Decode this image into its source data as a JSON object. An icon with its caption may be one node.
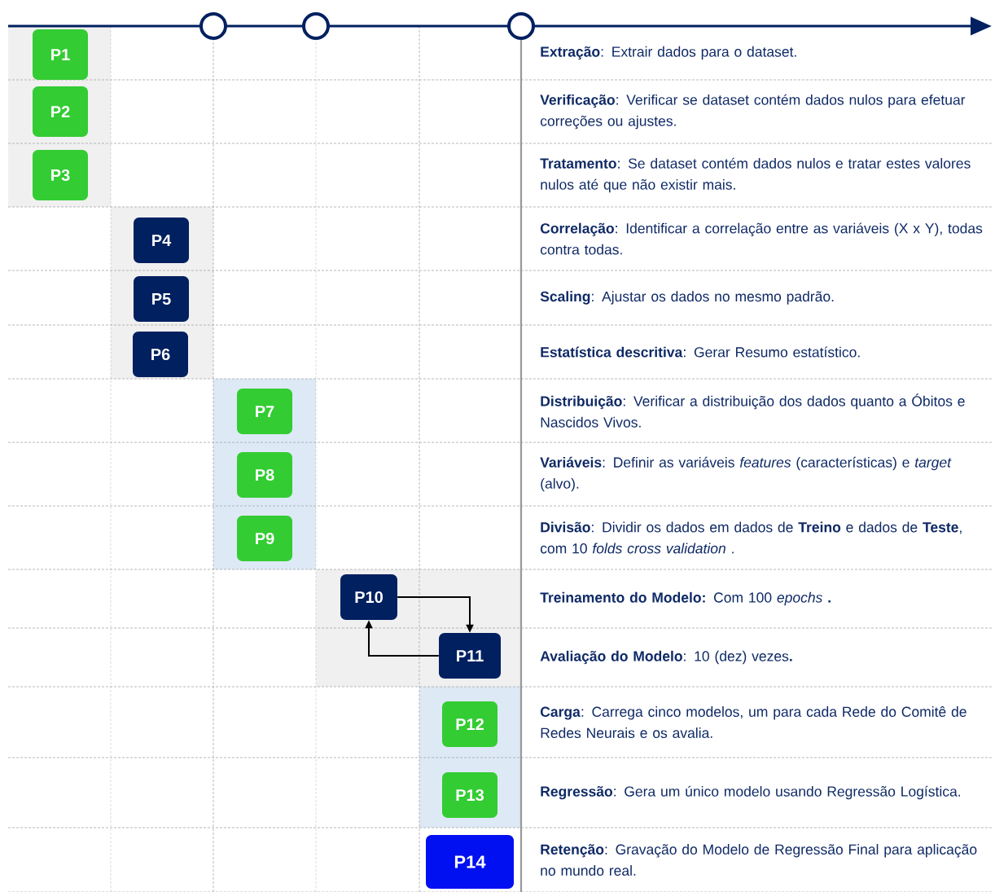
{
  "diagram": {
    "nodes": [
      {
        "text": [
          "P1"
        ]
      },
      {
        "text": [
          "P2"
        ]
      },
      {
        "text": [
          "P3"
        ]
      },
      {
        "text": [
          "P4"
        ]
      },
      {
        "text": [
          "P5"
        ]
      },
      {
        "text": [
          "P6"
        ]
      },
      {
        "text": [
          "P7"
        ]
      },
      {
        "text": [
          "P8"
        ]
      },
      {
        "text": [
          "P9"
        ]
      },
      {
        "text": [
          "P10"
        ]
      },
      {
        "text": [
          "P11"
        ]
      },
      {
        "text": [
          "P12"
        ]
      },
      {
        "text": [
          "P13"
        ]
      },
      {
        "text": [
          "P14"
        ]
      }
    ],
    "edges": [
      {
        "from": 9,
        "to": 10,
        "arrow": "to"
      },
      {
        "from": 10,
        "to": 9,
        "arrow": "to"
      }
    ],
    "labels": [
      "**Extração**: Extrair dados para o dataset.",
      "**Verificação**: Verificar se dataset contém dados nulos para efetuar correções ou ajustes.",
      "**Tratamento**: Se dataset contém dados nulos e tratar estes valores nulos até que não existir mais.",
      "**Correlação**: Identificar a correlação entre as variáveis (X x Y), todas contra todas.",
      "**Scaling**: Ajustar os dados no mesmo padrão.",
      "**Estatística descritiva**: Gerar Resumo estatístico.",
      "**Distribuição**: Verificar a distribuição dos dados quanto a Óbitos e Nascidos Vivos.",
      "**Variáveis**: Definir as variáveis *features* (características) e *target* (alvo).",
      "**Divisão**: Dividir os dados em dados de **Treino** e dados de **Teste**, com 10 *folds cross validation* .",
      "**Treinamento do Modelo:** Com 100 *epochs* **.**",
      "**Avaliação do Modelo**: 10 (dez) vezes**.**",
      "**Carga**: Carrega cinco modelos, um para cada Rede do Comitê de Redes Neurais e os avalia.",
      "**Regressão**: Gera um único modelo usando Regressão Logística.",
      "**Retenção**: Gravação do Modelo de Regressão Final para aplicação no mundo real."
    ]
  }
}
